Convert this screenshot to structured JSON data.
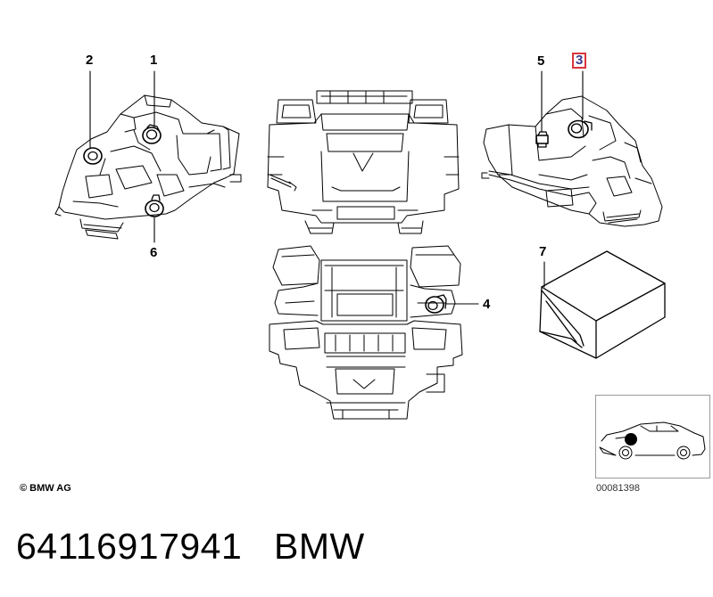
{
  "callouts": {
    "c1": "1",
    "c2": "2",
    "c3": "3",
    "c4": "4",
    "c5": "5",
    "c6": "6",
    "c7": "7"
  },
  "colors": {
    "highlight_border": "#d9363e",
    "highlight_text": "#3b3b8f",
    "line": "#000000",
    "inset_border": "#9a9a9a"
  },
  "copyright": "© BMW AG",
  "inset_id": "00081398",
  "footer": {
    "part_number": "64116917941",
    "brand": "BMW"
  }
}
